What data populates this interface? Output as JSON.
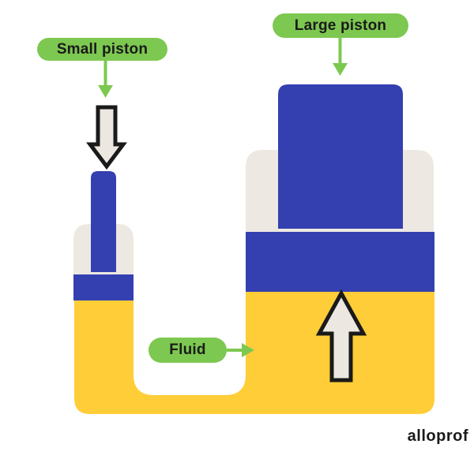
{
  "diagram": {
    "type": "hydraulic-press",
    "labels": {
      "small_piston": "Small piston",
      "large_piston": "Large piston",
      "fluid": "Fluid"
    },
    "arrows": {
      "small_piston_force": "down",
      "large_piston_force": "up"
    },
    "colors": {
      "green": "#7dc850",
      "blue": "#3440b0",
      "yellow": "#ffcd37",
      "cream": "#ede9e2",
      "arrow_fill": "#ece7e0",
      "outline": "#1a1a1a",
      "background": "#ffffff"
    }
  },
  "branding": {
    "logo_text": "alloprof"
  }
}
